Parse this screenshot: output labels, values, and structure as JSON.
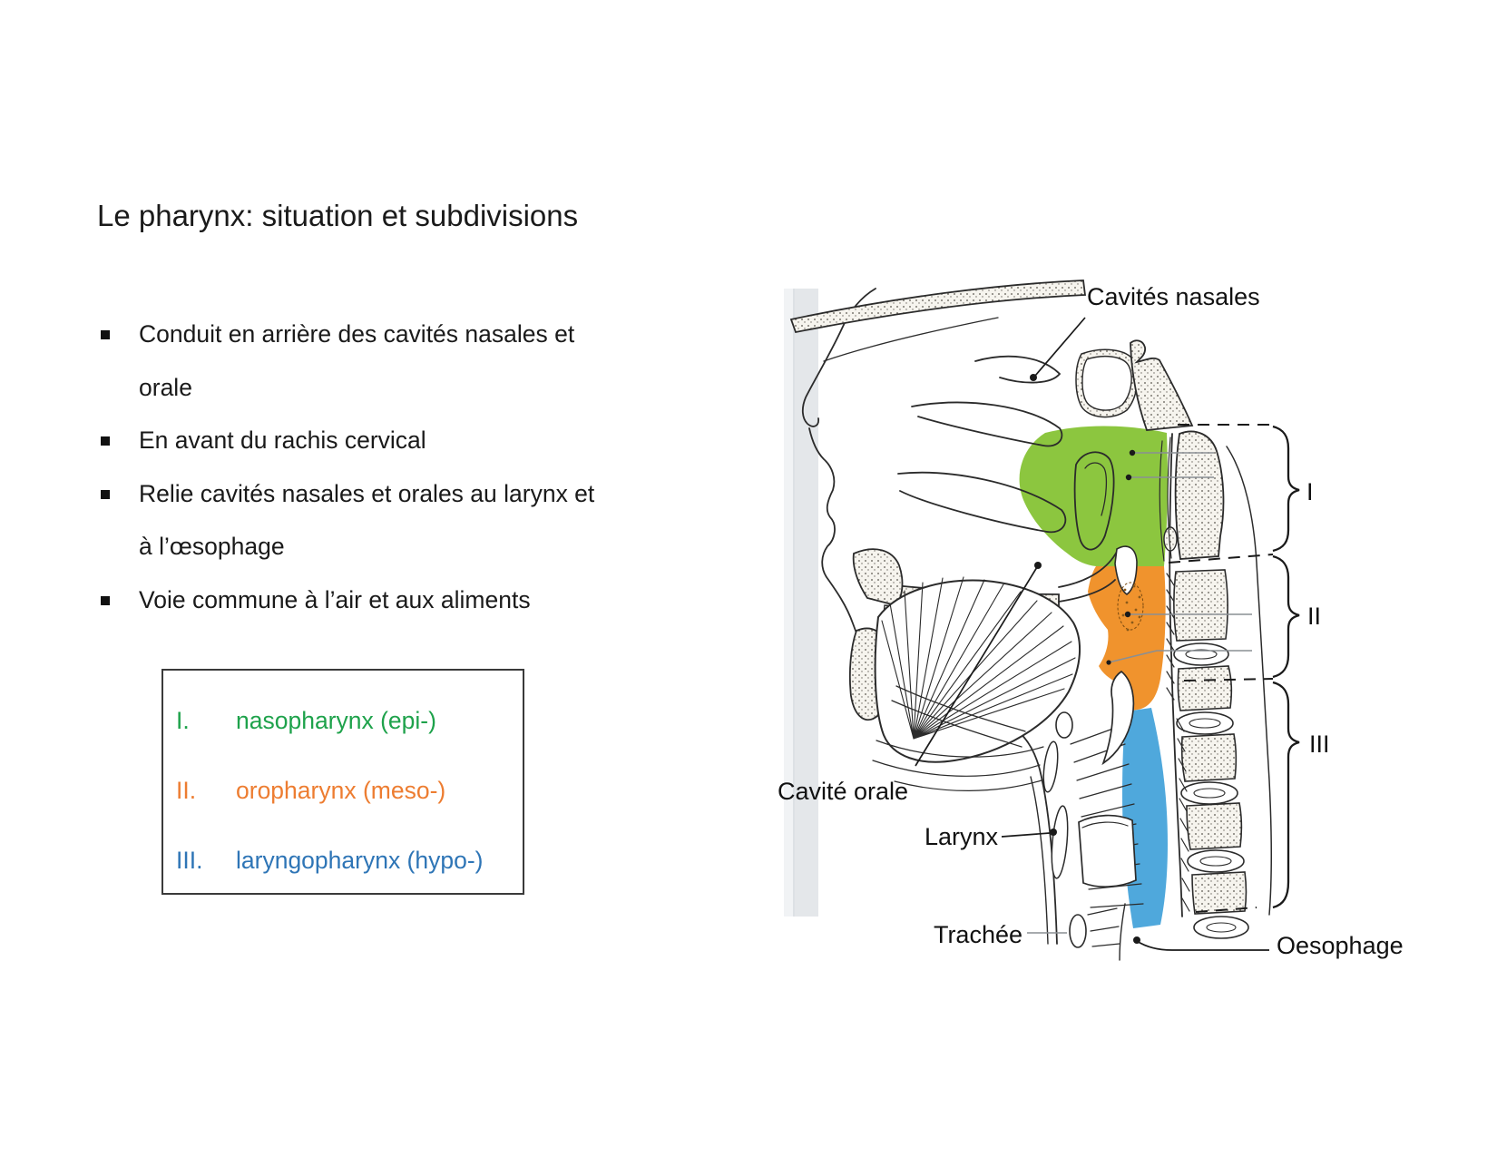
{
  "title": "Le pharynx: situation et subdivisions",
  "bullets": [
    "Conduit en arrière des cavités nasales et orale",
    "En avant du rachis cervical",
    "Relie cavités nasales et orales au larynx et à l’œsophage",
    "Voie commune à l’air et aux aliments"
  ],
  "legend": {
    "items": [
      {
        "numeral": "I.",
        "label": "nasopharynx (epi-)",
        "color": "#1ea24b"
      },
      {
        "numeral": "II.",
        "label": "oropharynx (meso-)",
        "color": "#ed7d31"
      },
      {
        "numeral": "III.",
        "label": "laryngopharynx (hypo-)",
        "color": "#2e75b6"
      }
    ]
  },
  "diagram": {
    "labels": {
      "cavites_nasales": "Cavités nasales",
      "cavite_orale": "Cavité orale",
      "larynx": "Larynx",
      "trachee": "Trachée",
      "oesophage": "Oesophage"
    },
    "sections": [
      {
        "numeral": "I",
        "color": "#8cc63f"
      },
      {
        "numeral": "II",
        "color": "#f0932d"
      },
      {
        "numeral": "III",
        "color": "#4fa8dc"
      }
    ],
    "ink_color": "#2b2b2b"
  }
}
